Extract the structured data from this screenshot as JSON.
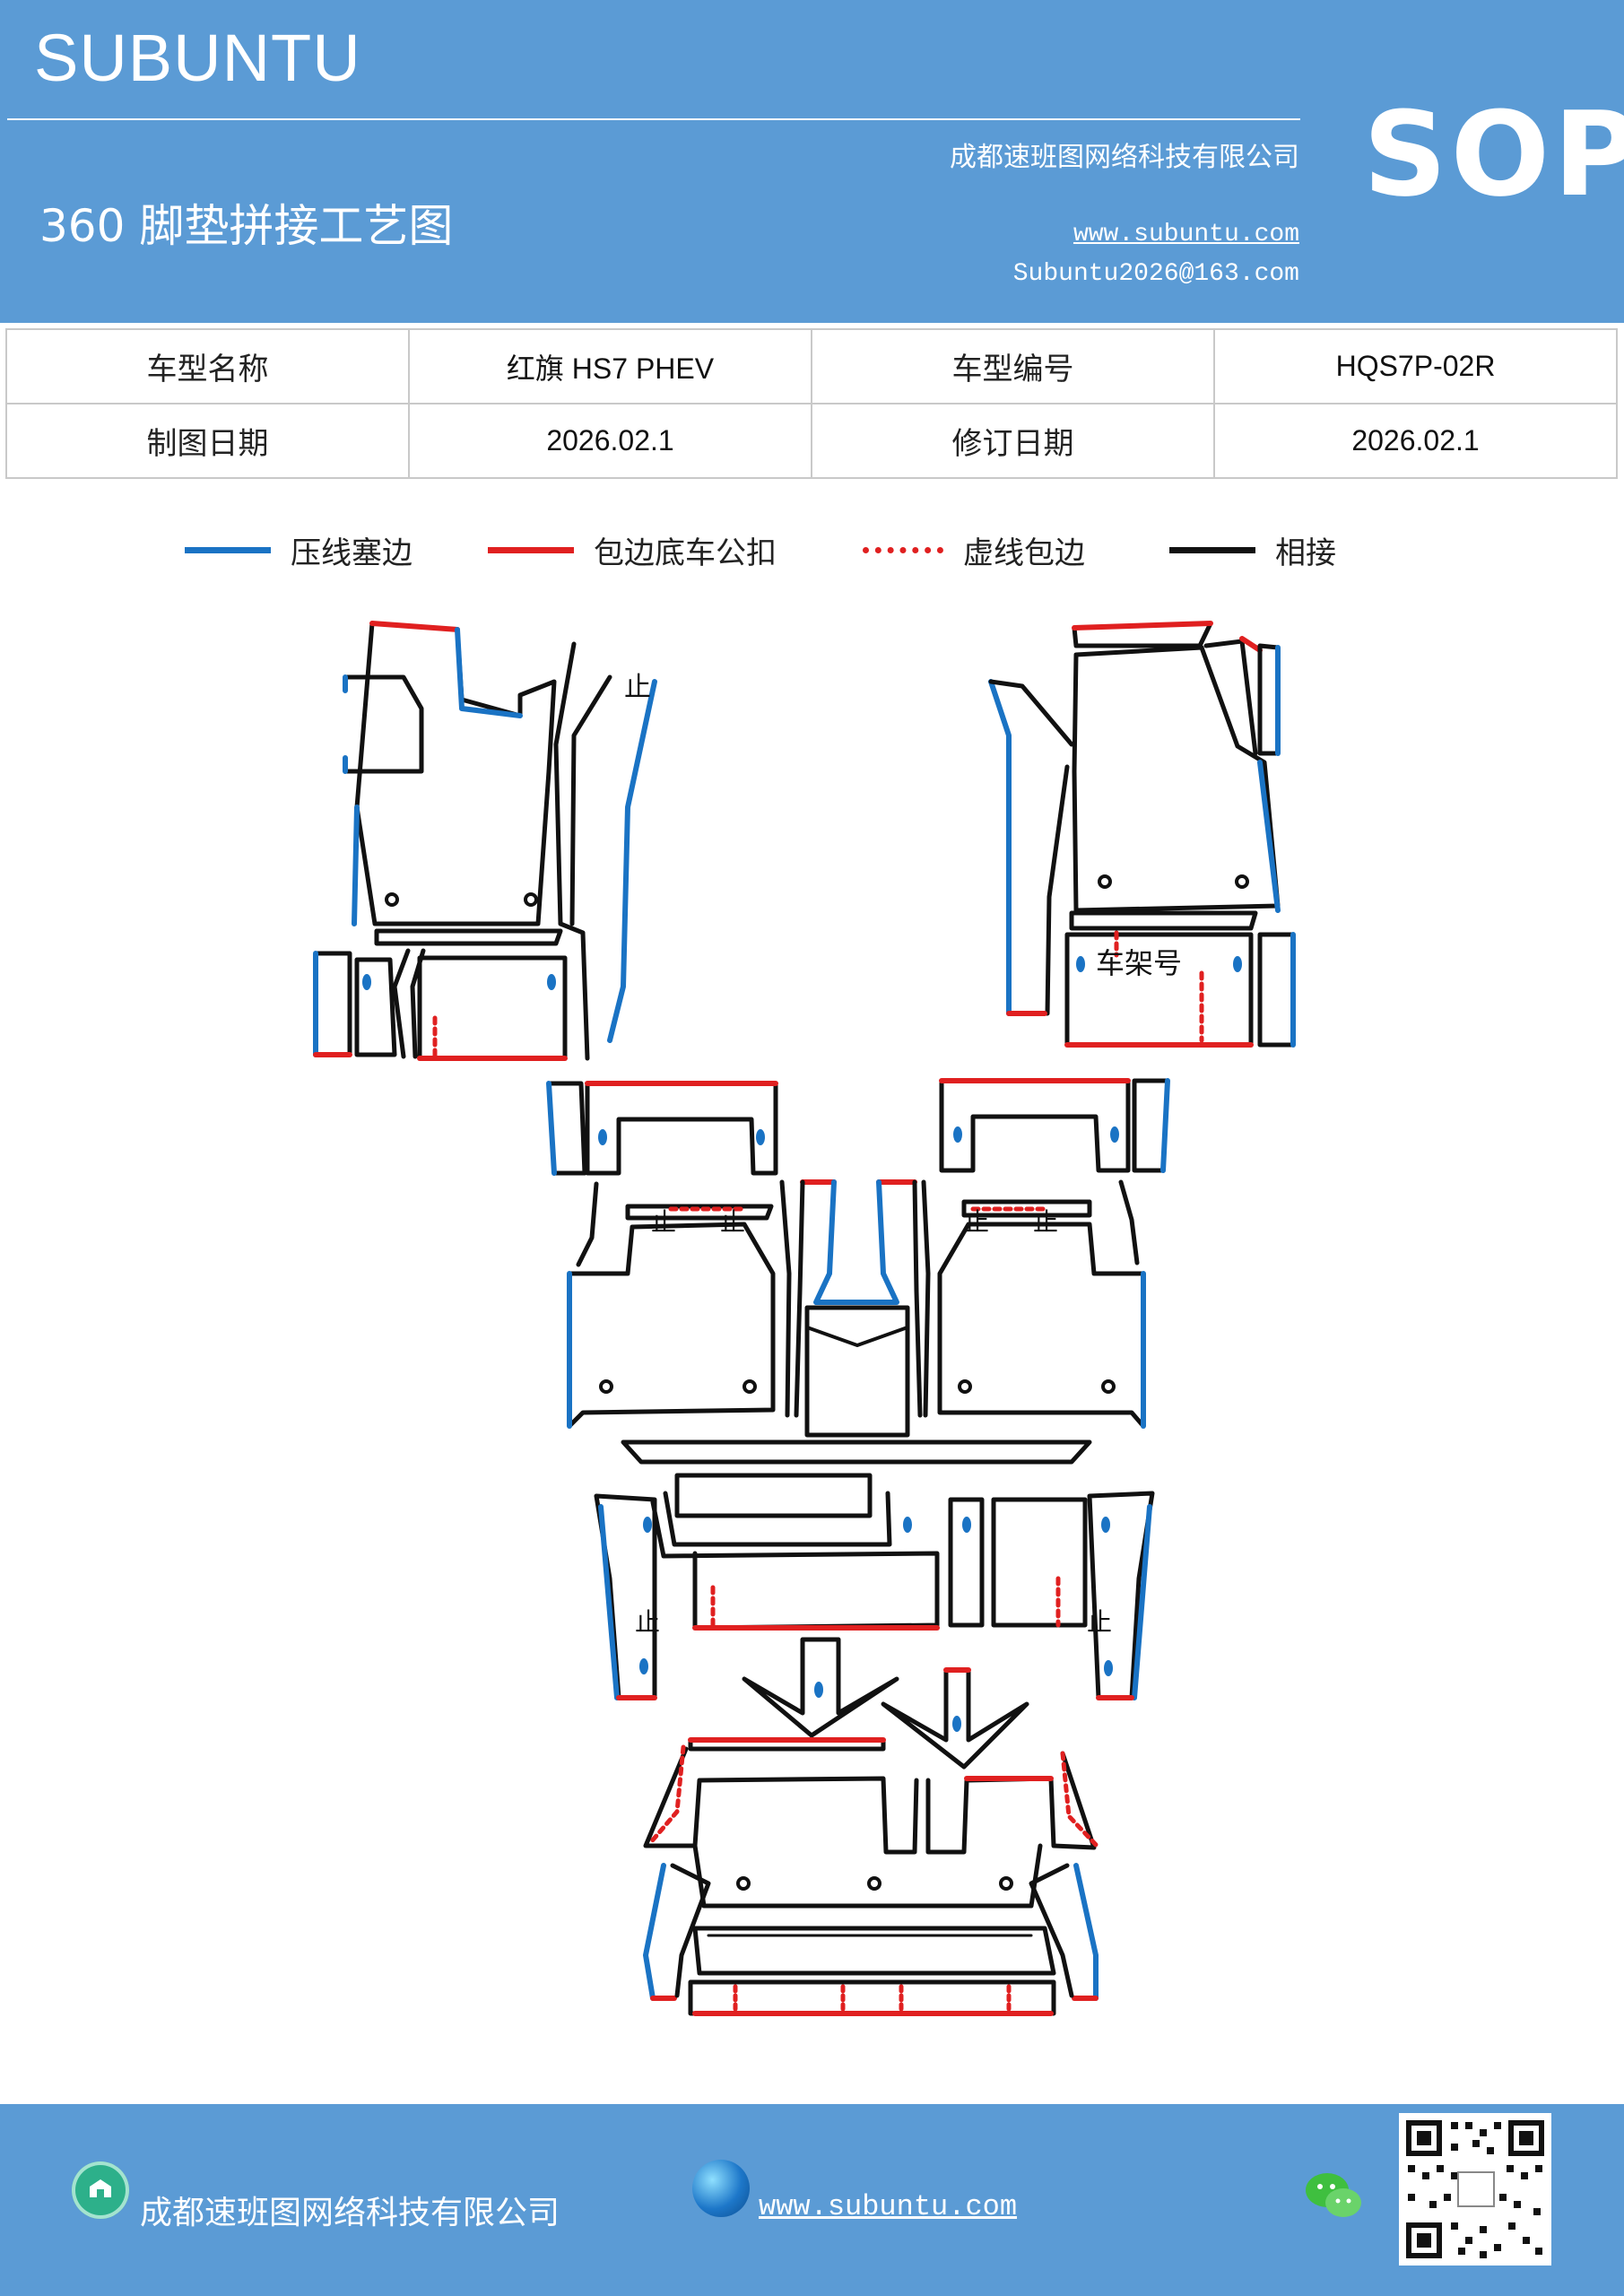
{
  "header": {
    "brand": "SUBUNTU",
    "company": "成都速班图网络科技有限公司",
    "title": "360 脚垫拼接工艺图",
    "website": "www.subuntu.com",
    "email": "Subuntu2026@163.com",
    "badge": "SOP"
  },
  "info_table": {
    "row1": [
      "车型名称",
      "红旗 HS7  PHEV",
      "车型编号",
      "HQS7P-02R"
    ],
    "row2": [
      "制图日期",
      "2026.02.1",
      "修订日期",
      "2026.02.1"
    ]
  },
  "legend": [
    {
      "label": "压线塞边",
      "color": "#1a73c4",
      "style": "solid"
    },
    {
      "label": "包边底车公扣",
      "color": "#e02020",
      "style": "solid"
    },
    {
      "label": "虚线包边",
      "color": "#e02020",
      "style": "dashed"
    },
    {
      "label": "相接",
      "color": "#111111",
      "style": "solid"
    }
  ],
  "diagram": {
    "stop_mark": "止",
    "frame_label": "车架号",
    "colors": {
      "press": "#1a73c4",
      "edge": "#e02020",
      "joint": "#111111",
      "hole": "#1a73c4"
    }
  },
  "footer": {
    "company": "成都速班图网络科技有限公司",
    "website": "www.subuntu.com"
  }
}
